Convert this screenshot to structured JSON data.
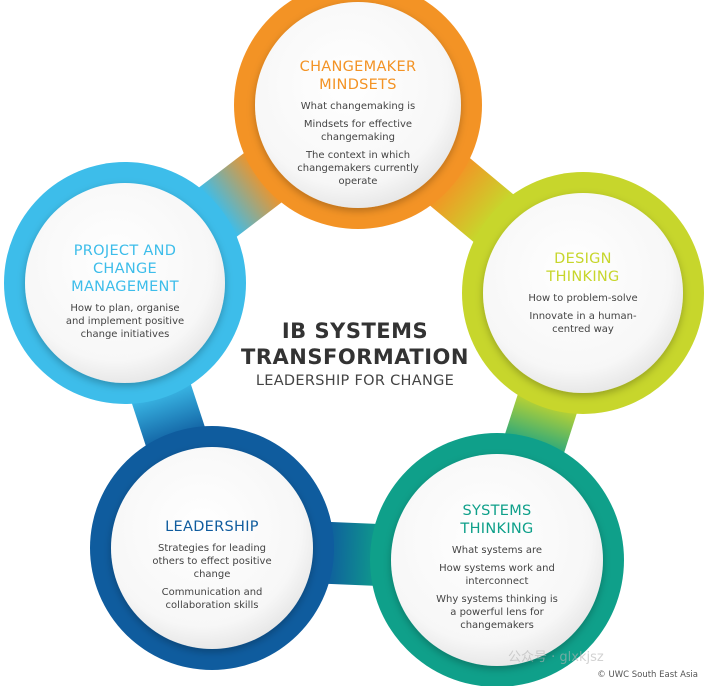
{
  "center": {
    "line1": "IB SYSTEMS",
    "line2": "TRANSFORMATION",
    "subtitle": "LEADERSHIP FOR CHANGE"
  },
  "nodes": [
    {
      "title": [
        "CHANGEMAKER",
        "MINDSETS"
      ],
      "items": [
        "What changemaking is",
        "Mindsets for effective changemaking",
        "The context in which changemakers currently operate"
      ],
      "color": "#F39325"
    },
    {
      "title": [
        "DESIGN",
        "THINKING"
      ],
      "items": [
        "How to problem-solve",
        "Innovate in a human-centred way"
      ],
      "color": "#C7D62C"
    },
    {
      "title": [
        "SYSTEMS",
        "THINKING"
      ],
      "items": [
        "What systems are",
        "How systems work and interconnect",
        "Why systems thinking is a powerful lens for changemakers"
      ],
      "color": "#0FA08A"
    },
    {
      "title": [
        "LEADERSHIP"
      ],
      "items": [
        "Strategies for leading others to effect positive change",
        "Communication and collaboration skills"
      ],
      "color": "#0F5C9E"
    },
    {
      "title": [
        "PROJECT AND",
        "CHANGE",
        "MANAGEMENT"
      ],
      "items": [
        "How to plan, organise and implement positive change initiatives"
      ],
      "color": "#3DBDEA"
    }
  ],
  "copyright": "© UWC South East Asia",
  "watermark": "公众号 · glxkjsz"
}
